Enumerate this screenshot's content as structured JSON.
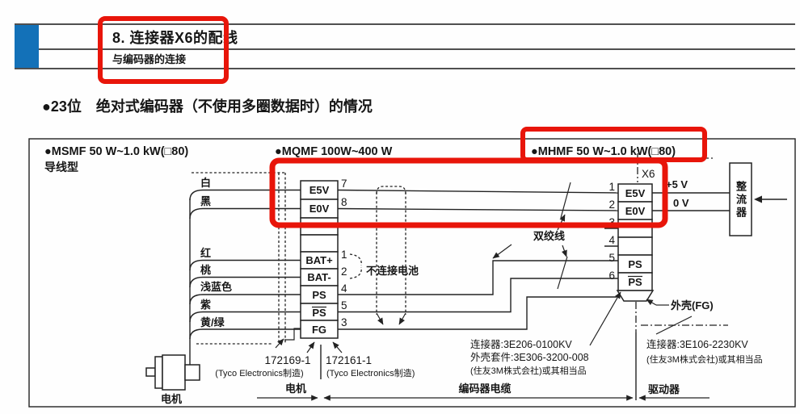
{
  "header": {
    "chapter_title": "8. 连接器X6的配线",
    "chapter_subtitle": "与编码器的连接"
  },
  "section_title": "●23位　绝对式编码器（不使用多圈数据时）的情况",
  "models": {
    "msmf": "●MSMF  50 W~1.0 kW(□80)",
    "mqmf": "●MQMF  100W~400 W",
    "mhmf": "●MHMF  50 W~1.0 kW(□80)"
  },
  "diagram": {
    "lead_type_label": "导线型",
    "motor_label": "电机",
    "wire_colors": [
      "白",
      "黑",
      "红",
      "桃",
      "浅蓝色",
      "紫",
      "黄/绿"
    ],
    "motor_connector": {
      "cells": [
        "E5V",
        "E0V",
        "BAT+",
        "BAT-",
        "PS",
        "PS",
        "FG"
      ],
      "pins": [
        "7",
        "8",
        "1",
        "2",
        "4",
        "5",
        "3"
      ]
    },
    "drive_connector": {
      "name": "X6",
      "pins": [
        "1",
        "2",
        "3",
        "4",
        "5",
        "6"
      ],
      "cells": [
        "E5V",
        "E0V",
        "PS",
        "PS"
      ]
    },
    "labels": {
      "battery_note": "不连接电池",
      "twisted_pair": "双绞线",
      "plus_5v": "+5 V",
      "zero_v": "0 V",
      "regulator": "整流器",
      "shell_fg": "外壳(FG)"
    },
    "parts": {
      "motor_plug": "172169-1",
      "motor_plug_maker": "(Tyco Electronics制造)",
      "cable_plug": "172161-1",
      "cable_plug_maker": "(Tyco Electronics制造)",
      "encoder_side_note": [
        "连接器:3E206-0100KV",
        "外壳套件:3E306-3200-008",
        "(住友3M株式会社)或其相当品"
      ],
      "drive_side_note": [
        "连接器:3E106-2230KV",
        "(住友3M株式会社)或其相当品"
      ]
    },
    "spans": {
      "motor": "电机",
      "encoder_cable": "编码器电缆",
      "drive": "驱动器"
    }
  },
  "colors": {
    "highlight_red": "#e8150a",
    "accent_blue": "#1371b8",
    "line_dark": "#222222"
  }
}
